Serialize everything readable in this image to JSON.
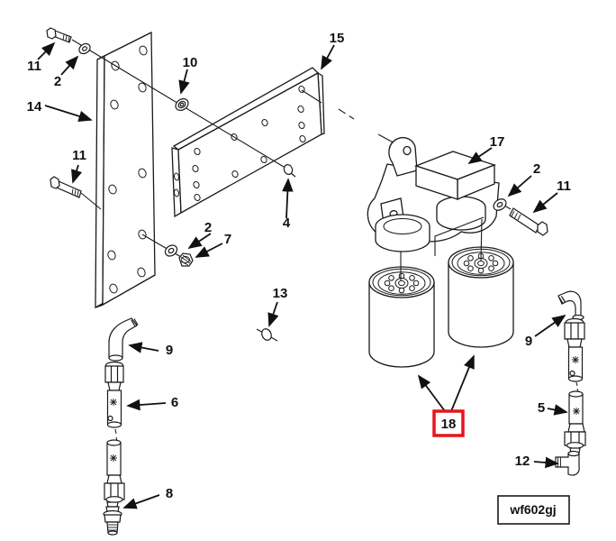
{
  "diagram": {
    "kind": "exploded-parts-diagram",
    "background": "#ffffff",
    "line_color": "#1a1a1a",
    "highlight_color": "#e8141c"
  },
  "callouts": [
    {
      "label": "11"
    },
    {
      "label": "2"
    },
    {
      "label": "14"
    },
    {
      "label": "10"
    },
    {
      "label": "15"
    },
    {
      "label": "11"
    },
    {
      "label": "2"
    },
    {
      "label": "7"
    },
    {
      "label": "4"
    },
    {
      "label": "13"
    },
    {
      "label": "17"
    },
    {
      "label": "2"
    },
    {
      "label": "11"
    },
    {
      "label": "9"
    },
    {
      "label": "6"
    },
    {
      "label": "8"
    },
    {
      "label": "9"
    },
    {
      "label": "5"
    },
    {
      "label": "12"
    }
  ],
  "highlight": {
    "label": "18",
    "color": "#e8141c"
  },
  "figure_code": {
    "label": "wf602gj"
  }
}
